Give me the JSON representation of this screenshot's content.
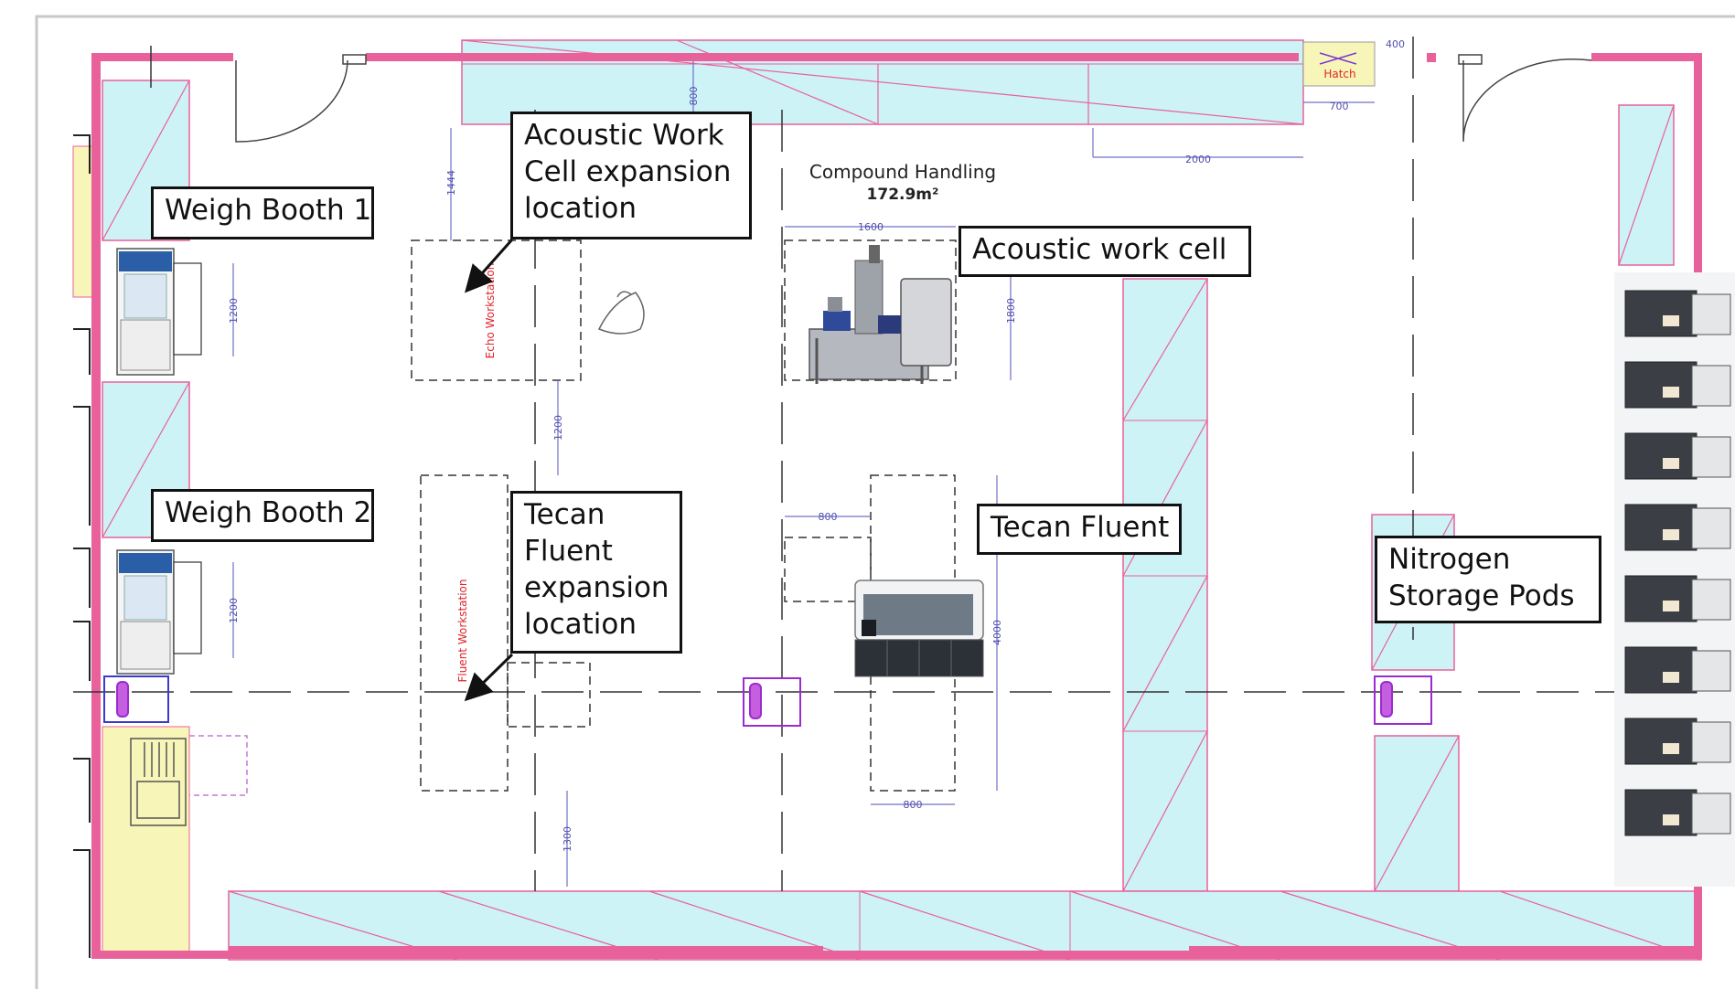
{
  "room": {
    "name": "Compound Handling",
    "area": "172.9m²"
  },
  "callouts": {
    "weigh_booth_1": "Weigh Booth 1",
    "weigh_booth_2": "Weigh Booth 2",
    "acoustic_expansion": [
      "Acoustic Work",
      "Cell expansion",
      "location"
    ],
    "acoustic_work_cell": "Acoustic work cell",
    "tecan_expansion": [
      "Tecan",
      "Fluent",
      "expansion",
      "location"
    ],
    "tecan_fluent": "Tecan Fluent",
    "nitrogen_pods": [
      "Nitrogen",
      "Storage Pods"
    ]
  },
  "plan_labels": {
    "hatch": "Hatch",
    "echo_workstation": "Echo Workstation",
    "fluent_workstation": "Fluent Workstation"
  },
  "dimensions": {
    "d_800_top": "800",
    "d_400": "400",
    "d_700": "700",
    "d_2000": "2000",
    "d_1444": "1444",
    "d_1600": "1600",
    "d_1800": "1800",
    "d_1200_booth1": "1200",
    "d_1200_booth2": "1200",
    "d_1200_mid": "1200",
    "d_800_tecan_side": "800",
    "d_4000": "4000",
    "d_800_tecan_bottom": "800",
    "d_1300": "1300"
  },
  "colors": {
    "wall": "#e8619a",
    "bench": "#cdf3f7",
    "bench_line": "#e8619a",
    "sink_area": "#f8f5b8",
    "hood_purple": "#9b2bd0",
    "red_label": "#e0242c"
  }
}
